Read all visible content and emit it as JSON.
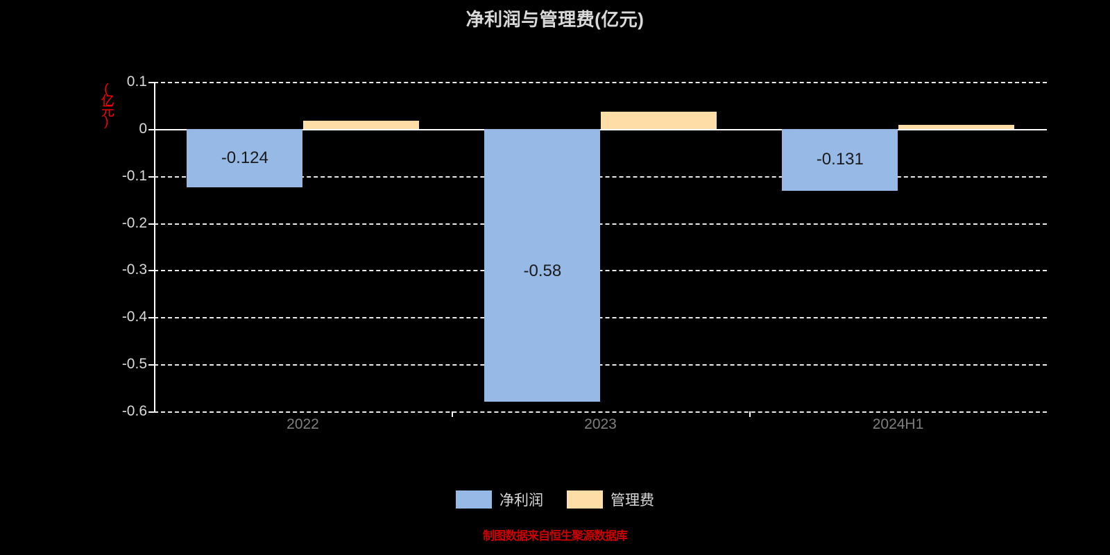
{
  "chart_data": {
    "type": "bar",
    "title": "净利润与管理费(亿元)",
    "xlabel": "",
    "ylabel": "(亿元)",
    "categories": [
      "2022",
      "2023",
      "2024H1"
    ],
    "series": [
      {
        "name": "净利润",
        "color": "#96b9e5",
        "values": [
          -0.124,
          -0.58,
          -0.131
        ],
        "labels": [
          "-0.124",
          "-0.58",
          "-0.131"
        ]
      },
      {
        "name": "管理费",
        "color": "#ffdda6",
        "values": [
          0.017,
          0.036,
          0.009
        ],
        "labels": [
          "",
          "",
          ""
        ]
      }
    ],
    "ylim": [
      -0.6,
      0.1
    ],
    "yticks": [
      0.1,
      0,
      -0.1,
      -0.2,
      -0.3,
      -0.4,
      -0.5,
      -0.6
    ],
    "ytick_labels": [
      "0.1",
      "0",
      "-0.1",
      "-0.2",
      "-0.3",
      "-0.4",
      "-0.5",
      "-0.6"
    ],
    "grid": true,
    "legend_position": "bottom"
  },
  "footnote": "制图数据来自恒生聚源数据库",
  "colors": {
    "background": "#000000",
    "title": "#d9d9d9",
    "axis": "#ffffff",
    "tick_label": "#d9d9d9",
    "xtick_label": "#7f7f7f",
    "ylabel": "#ff0000",
    "footnote": "#cc0000",
    "bar_label": "#1a1a1a"
  }
}
